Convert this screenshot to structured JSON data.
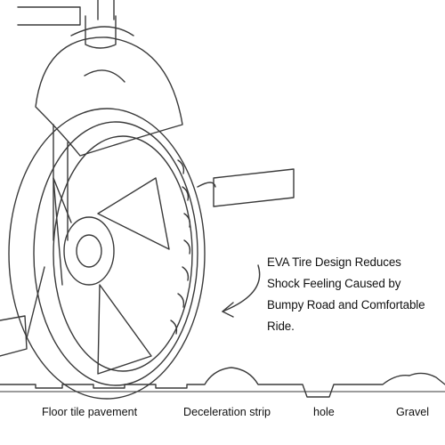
{
  "caption": {
    "line1": "EVA Tire Design Reduces",
    "line2": "Shock Feeling Caused by",
    "line3": "Bumpy Road and Comfortable",
    "line4": "Ride."
  },
  "terrain_labels": {
    "floor_tile": "Floor tile pavement",
    "deceleration_strip": "Deceleration strip",
    "hole": "hole",
    "gravel": "Gravel"
  },
  "colors": {
    "line": "#333333",
    "background": "#ffffff"
  }
}
